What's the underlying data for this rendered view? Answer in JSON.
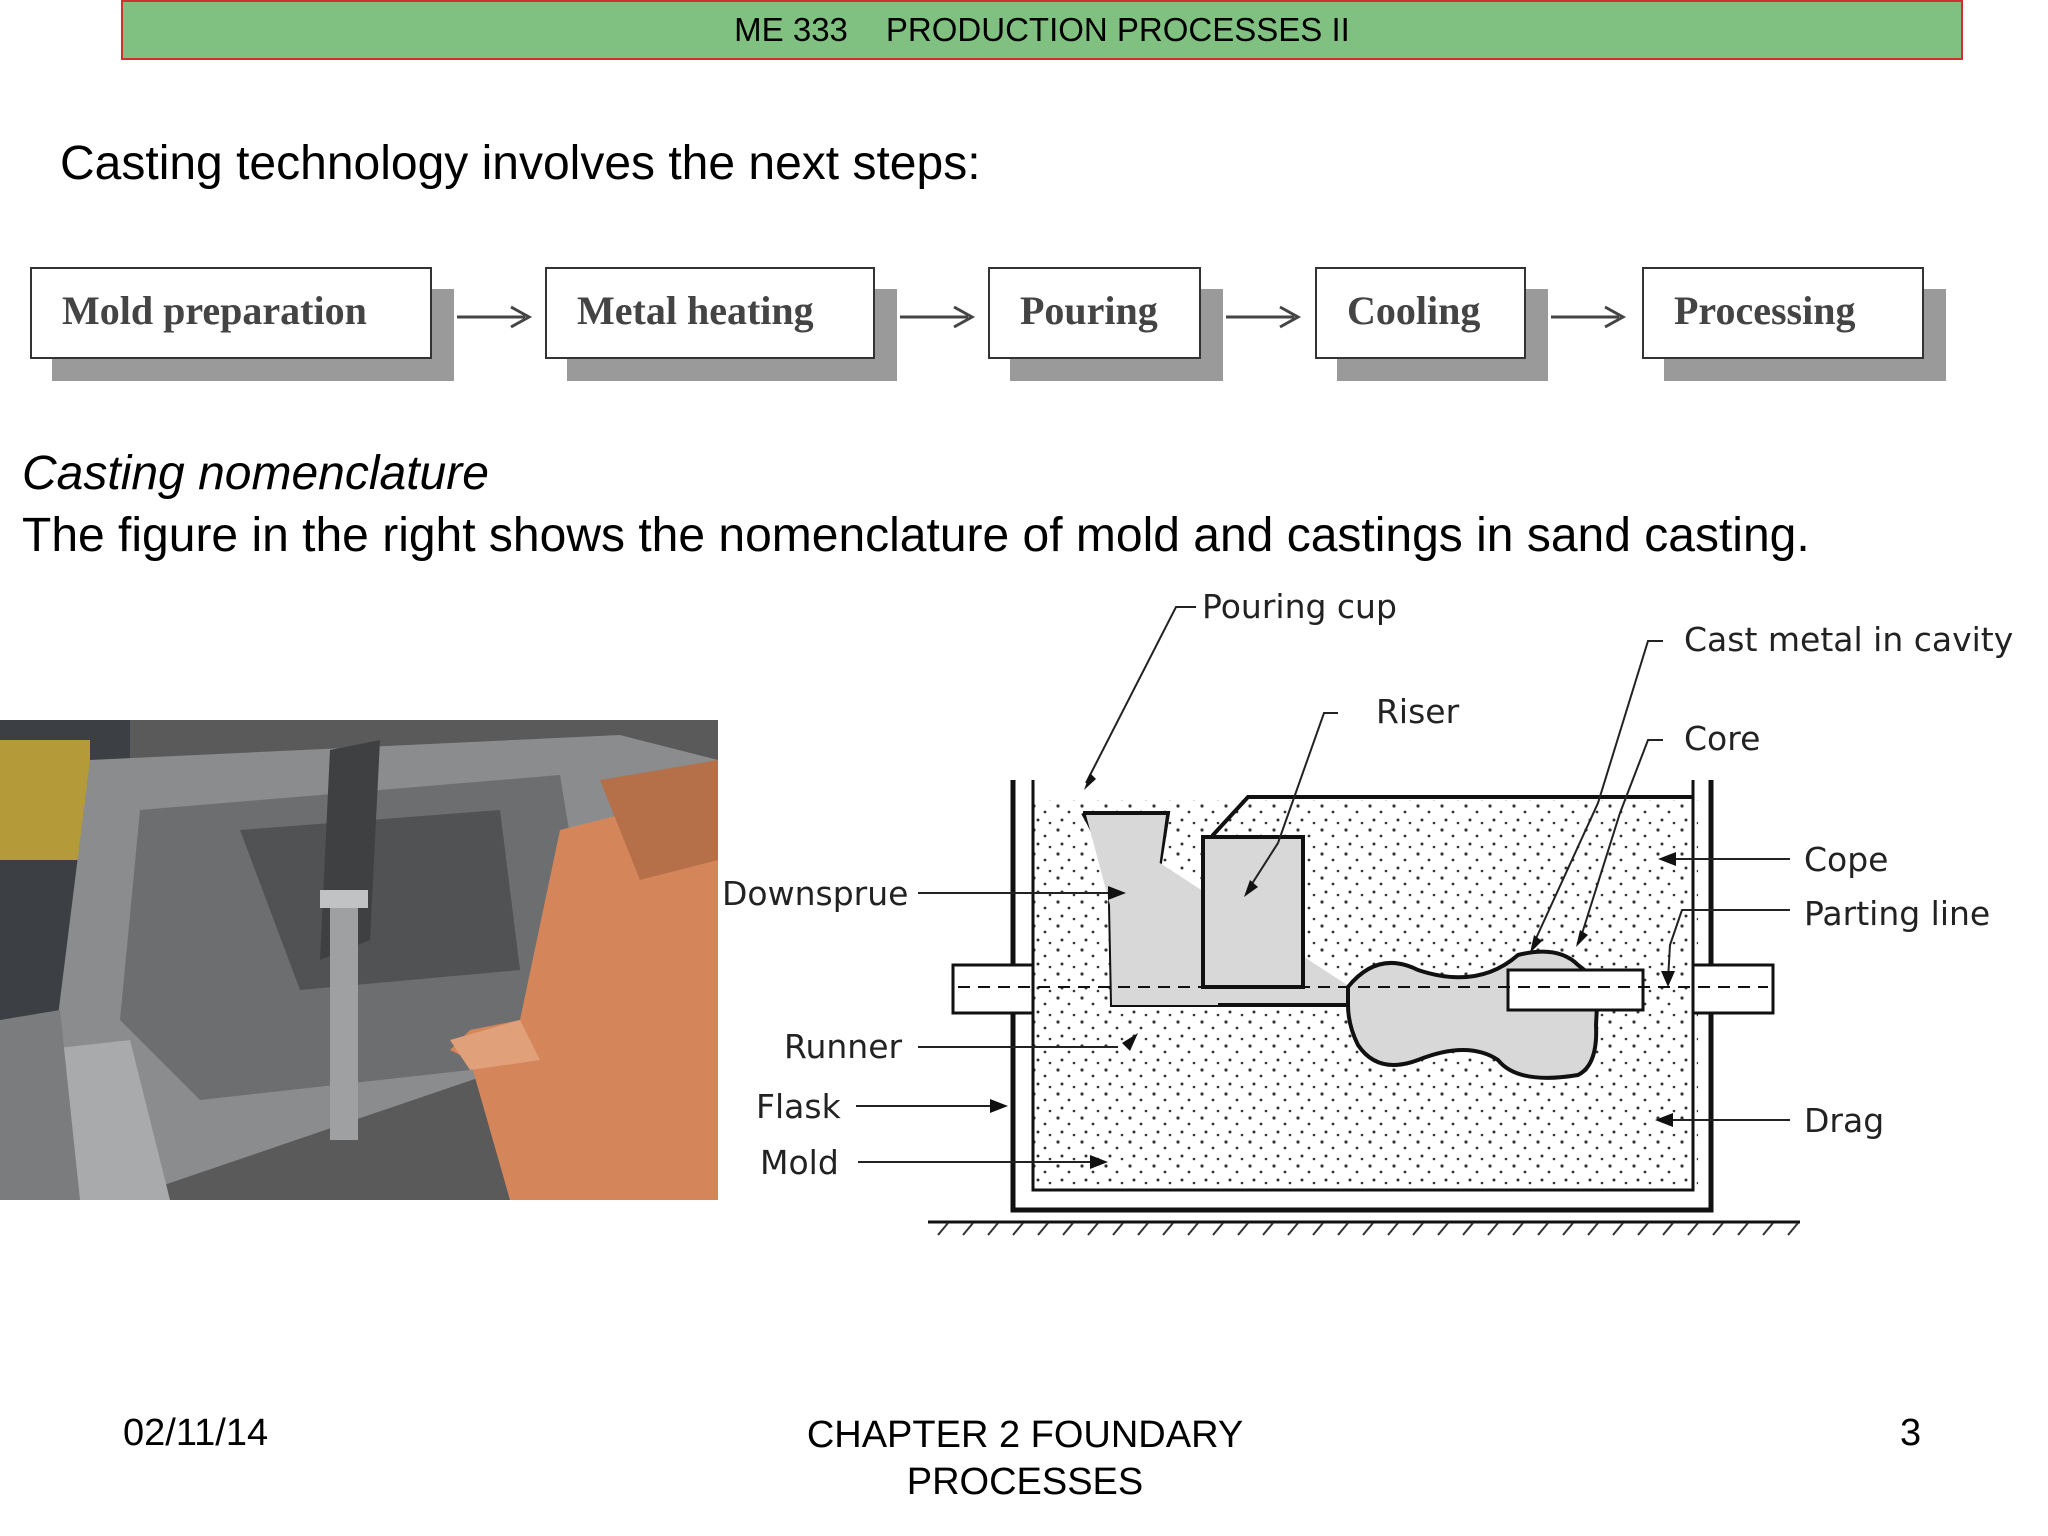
{
  "header": {
    "course": "ME 333",
    "title": "PRODUCTION PROCESSES II"
  },
  "intro": "Casting technology involves the next steps:",
  "steps": [
    "Mold preparation",
    "Metal heating",
    "Pouring",
    "Cooling",
    "Processing"
  ],
  "nomenclature": {
    "title": "Casting nomenclature",
    "description": "The figure in the right shows the nomenclature of mold and castings in sand casting."
  },
  "diagram_labels": {
    "pouring_cup": "Pouring cup",
    "cast_metal": "Cast metal in cavity",
    "riser": "Riser",
    "core": "Core",
    "downsprue": "Downsprue",
    "cope": "Cope",
    "parting_line": "Parting line",
    "runner": "Runner",
    "flask": "Flask",
    "mold": "Mold",
    "drag": "Drag"
  },
  "footer": {
    "date": "02/11/14",
    "chapter": "CHAPTER 2 FOUNDARY PROCESSES",
    "page": "3"
  }
}
